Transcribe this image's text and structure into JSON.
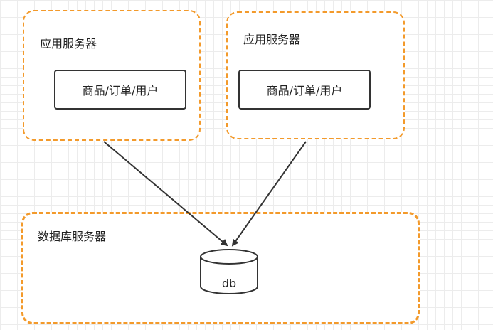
{
  "colors": {
    "frame_border": "#f39a2b",
    "box_border": "#333333",
    "arrow": "#333333",
    "text": "#222222"
  },
  "app_servers": [
    {
      "label": "应用服务器",
      "module": "商品/订单/用户"
    },
    {
      "label": "应用服务器",
      "module": "商品/订单/用户"
    }
  ],
  "db_server": {
    "label": "数据库服务器",
    "db_label": "db"
  }
}
